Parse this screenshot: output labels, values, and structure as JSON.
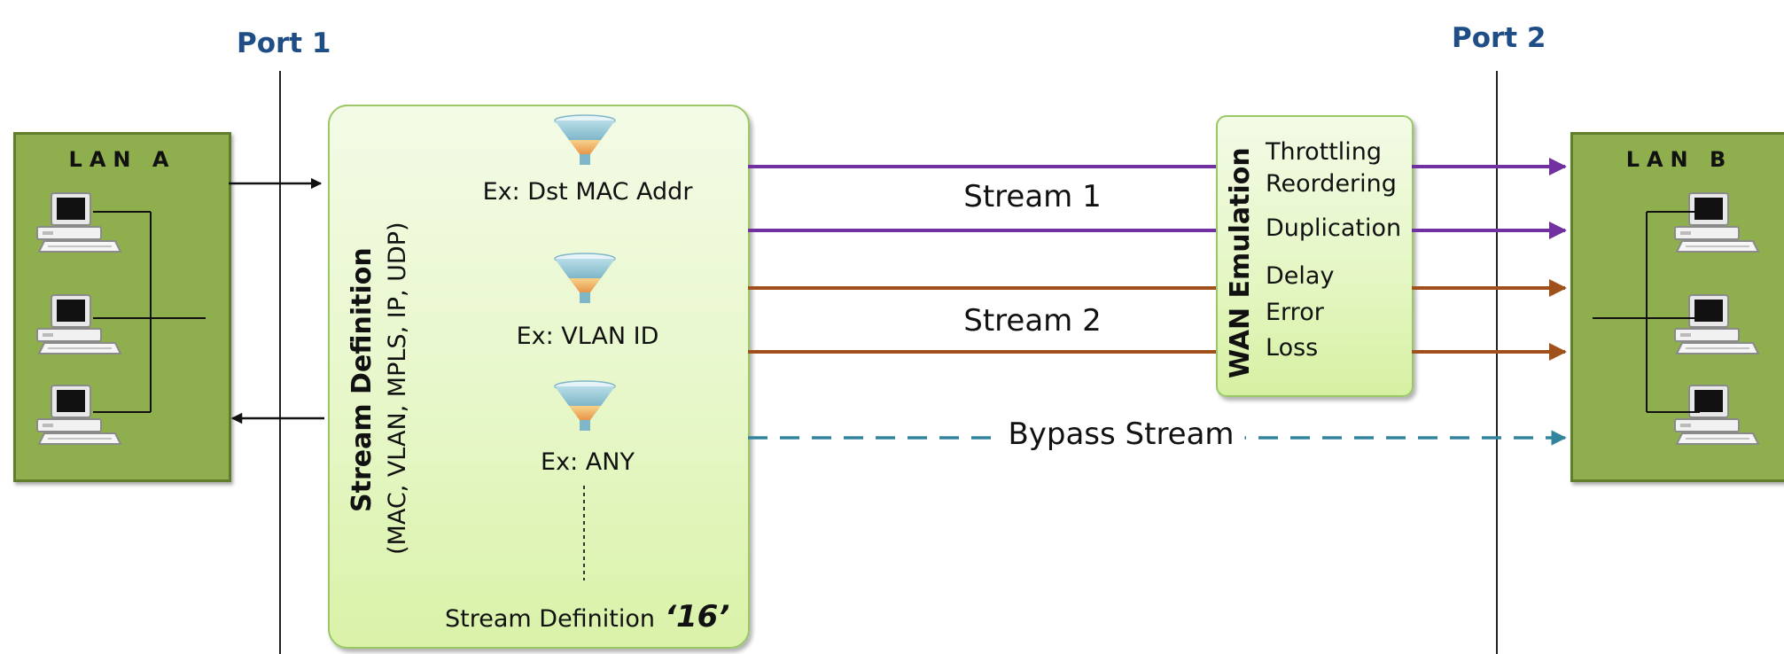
{
  "ports": {
    "port1": "Port 1",
    "port2": "Port 2"
  },
  "lan_a": {
    "title": "LAN A"
  },
  "lan_b": {
    "title": "LAN B"
  },
  "stream_definition": {
    "title": "Stream Definition",
    "protocols": "(MAC, VLAN, MPLS, IP, UDP)",
    "filters": [
      {
        "label": "Ex: Dst MAC Addr",
        "icon": "funnel-icon"
      },
      {
        "label": "Ex: VLAN ID",
        "icon": "funnel-icon"
      },
      {
        "label": "Ex: ANY",
        "icon": "funnel-icon"
      }
    ],
    "footer_text": "Stream Definition",
    "footer_number": "‘16’"
  },
  "wan_emulation": {
    "title": "WAN Emulation",
    "functions": [
      "Throttling",
      "Reordering",
      "Duplication",
      "Delay",
      "Error",
      "Loss"
    ]
  },
  "streams": [
    {
      "label": "Stream 1",
      "color": "#7030a0"
    },
    {
      "label": "Stream 2",
      "color": "#a0501a"
    },
    {
      "label": "Bypass Stream",
      "color": "#31849b",
      "style": "dashed"
    }
  ],
  "colors": {
    "lan_fill": "#8fae4d",
    "box_fill": "#e7f7c9",
    "port_text": "#1f4e86"
  }
}
